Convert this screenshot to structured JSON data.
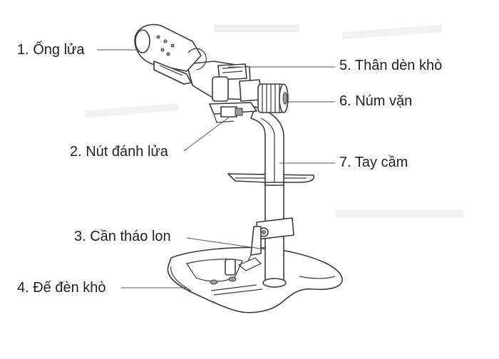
{
  "labels": {
    "l1": "1. Ống lửa",
    "l2": "2. Nút đánh lửa",
    "l3": "3. Cần tháo lon",
    "l4": "4. Đế đèn khò",
    "l5": "5. Thân dèn khò",
    "l6": "6. Núm vặn",
    "l7": "7. Tay cầm"
  }
}
